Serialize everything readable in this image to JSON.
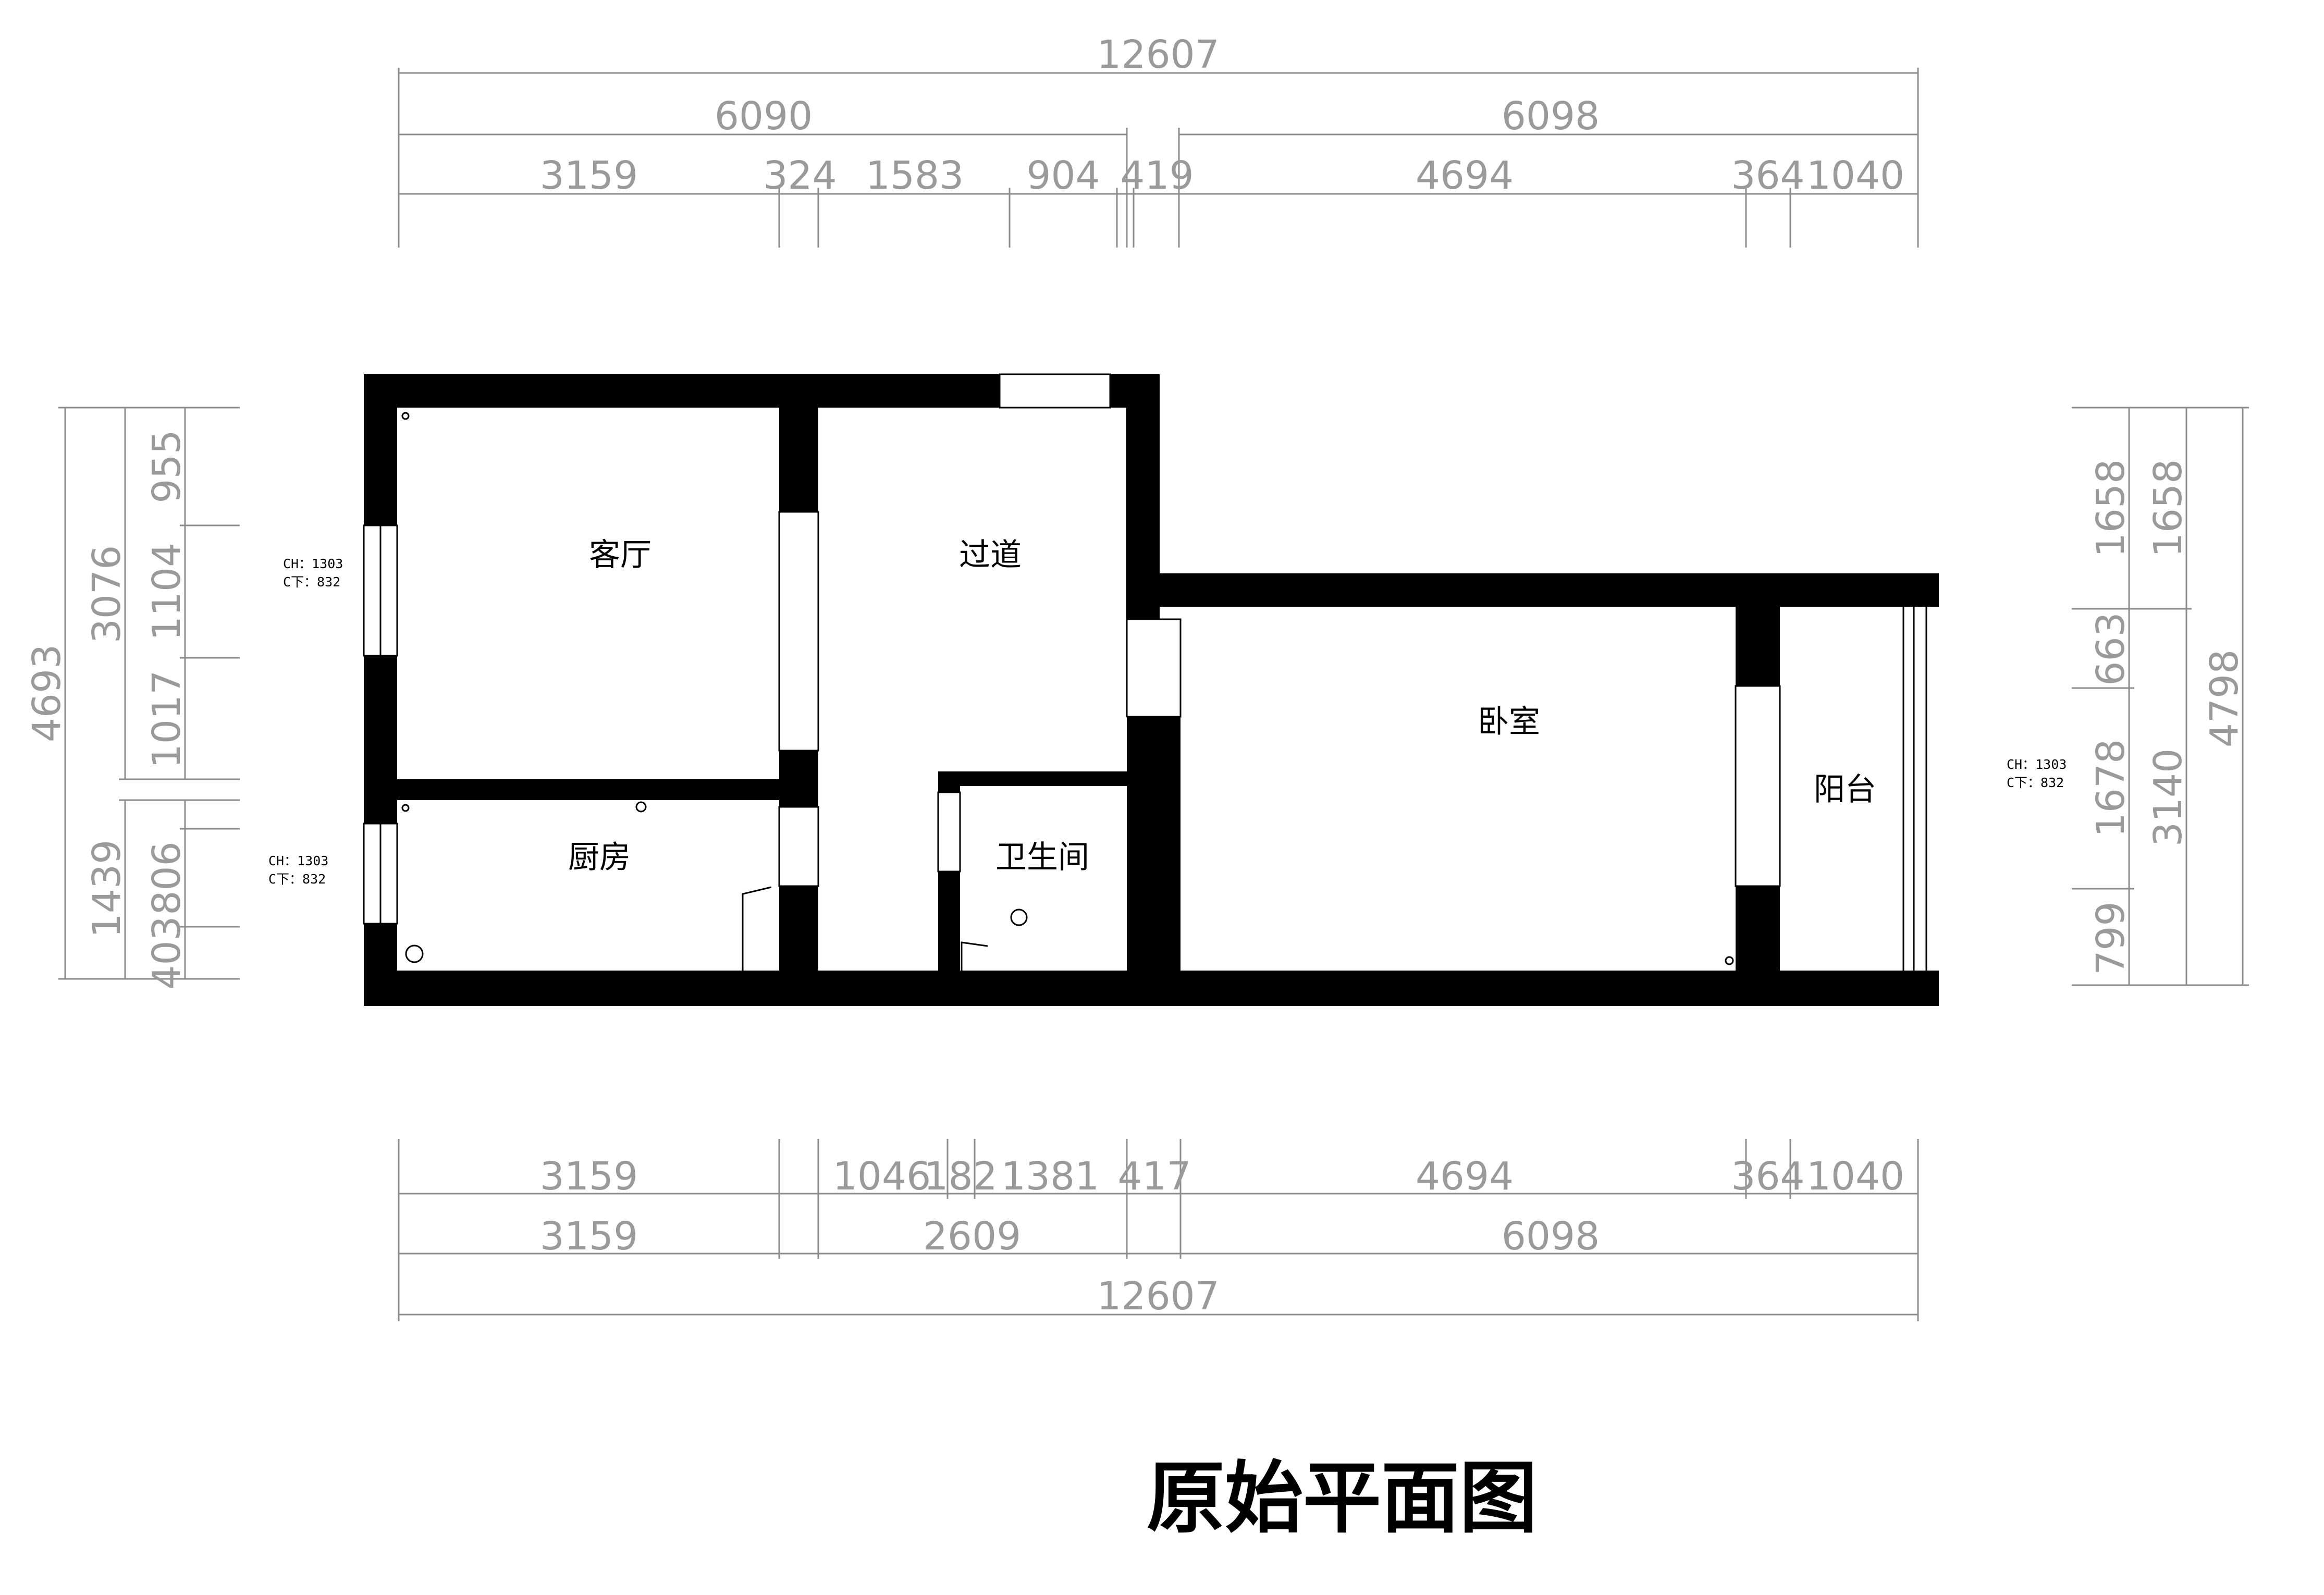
{
  "title": "原始平面图",
  "rooms": {
    "living": "客厅",
    "corridor": "过道",
    "kitchen": "厨房",
    "bathroom": "卫生间",
    "bedroom": "卧室",
    "balcony": "阳台"
  },
  "window_notes": {
    "living": [
      "CH：1303",
      "C下：832"
    ],
    "kitchen": [
      "CH：1303",
      "C下：832"
    ],
    "balcony": [
      "CH：1303",
      "C下：832"
    ]
  },
  "dimensions": {
    "top": {
      "total": "12607",
      "halves": [
        "6090",
        "6098"
      ],
      "segments": [
        "3159",
        "324",
        "1583",
        "904",
        "419",
        "4694",
        "364",
        "1040"
      ]
    },
    "bottom": {
      "segments": [
        "3159",
        "1046",
        "182",
        "1381",
        "417",
        "4694",
        "364",
        "1040"
      ],
      "groups": [
        "3159",
        "2609",
        "6098"
      ],
      "total": "12607"
    },
    "left": {
      "total": "4693",
      "groups": [
        "3076",
        "1439"
      ],
      "segments": [
        "955",
        "1104",
        "1017",
        "806",
        "403"
      ]
    },
    "right": {
      "segments": [
        "1658",
        "663",
        "1678",
        "799"
      ],
      "groups": [
        "1658",
        "3140"
      ],
      "total": "4798"
    }
  },
  "colors": {
    "wall": "#000000",
    "dimension": "#9a9a9a",
    "background": "#ffffff"
  }
}
